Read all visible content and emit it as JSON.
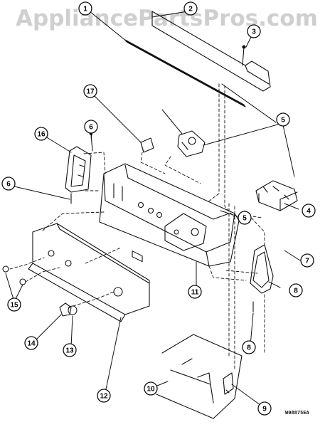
{
  "watermark": "AppliancePartsPros.com",
  "doc_code": "W08875EA",
  "callouts": [
    "1",
    "2",
    "3",
    "5",
    "4",
    "5",
    "6",
    "6",
    "7",
    "8",
    "8",
    "9",
    "10",
    "11",
    "12",
    "13",
    "14",
    "15",
    "16",
    "17"
  ]
}
